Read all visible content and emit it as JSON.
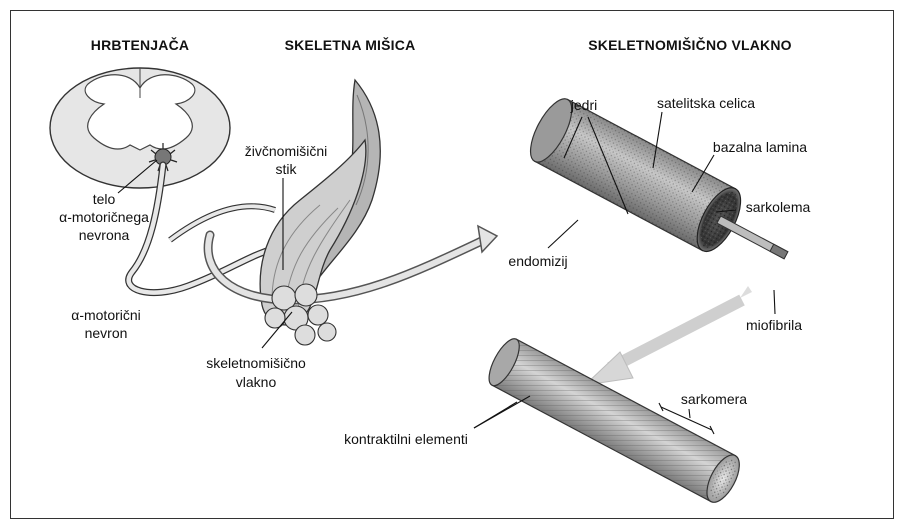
{
  "headers": {
    "spinal_cord": "HRBTENJAČA",
    "skeletal_muscle": "SKELETNA MIŠICA",
    "muscle_fiber": "SKELETNOMIŠIČNO VLAKNO"
  },
  "labels": {
    "neuron_body_1": "telo",
    "neuron_body_2": "α-motoričnega",
    "neuron_body_3": "nevrona",
    "motor_neuron_1": "α-motorični",
    "motor_neuron_2": "nevron",
    "nmj_1": "živčnomišični",
    "nmj_2": "stik",
    "fiber_left_1": "skeletnomišično",
    "fiber_left_2": "vlakno",
    "nuclei": "jedri",
    "satellite_cell": "satelitska celica",
    "basal_lamina": "bazalna lamina",
    "sarcolemma": "sarkolema",
    "endomysium": "endomizij",
    "myofibril": "miofibrila",
    "sarcomere": "sarkomera",
    "contractile": "kontraktilni elementi"
  },
  "colors": {
    "border": "#333333",
    "shade_light": "#d9d9d9",
    "shade_mid": "#a9a9a9",
    "shade_dark": "#555555",
    "text": "#111111"
  }
}
